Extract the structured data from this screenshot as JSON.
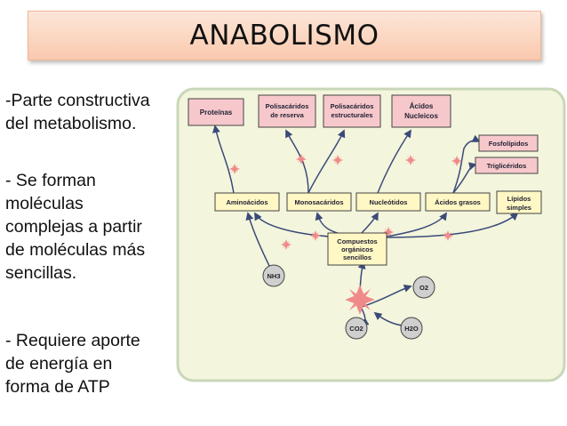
{
  "title": "ANABOLISMO",
  "text_blocks": [
    [
      "-Parte constructiva",
      "del metabolismo."
    ],
    [
      "- Se forman",
      "moléculas",
      "complejas a partir",
      "de moléculas más",
      "sencillas."
    ],
    [
      "- Requiere aporte",
      "de energía en",
      "forma de ATP"
    ]
  ],
  "diagram": {
    "top_boxes": [
      [
        "Proteínas"
      ],
      [
        "Polisacáridos",
        "de reserva"
      ],
      [
        "Polisacáridos",
        "estructurales"
      ],
      [
        "Ácidos",
        "Nucleicos"
      ]
    ],
    "lipid_boxes": [
      "Fosfolípidos",
      "Triglicéridos"
    ],
    "middle_boxes": [
      [
        "Aminoácidos"
      ],
      [
        "Monosacáridos"
      ],
      [
        "Nucleótidos"
      ],
      [
        "Ácidos grasos"
      ],
      [
        "Lípidos",
        "simples"
      ]
    ],
    "center_box": [
      "Compuestos",
      "orgánicos",
      "sencillos"
    ],
    "nh3": "NH3",
    "o2": "O2",
    "co2": "CO2",
    "h2o": "H2O",
    "colors": {
      "pink_box": "#f6c8cc",
      "yellow_box": "#fff7c4",
      "panel": "#f3f5dc",
      "circle": "#cfcfcf",
      "star": "#f08a8a",
      "arrow": "#3b4a7a"
    }
  }
}
